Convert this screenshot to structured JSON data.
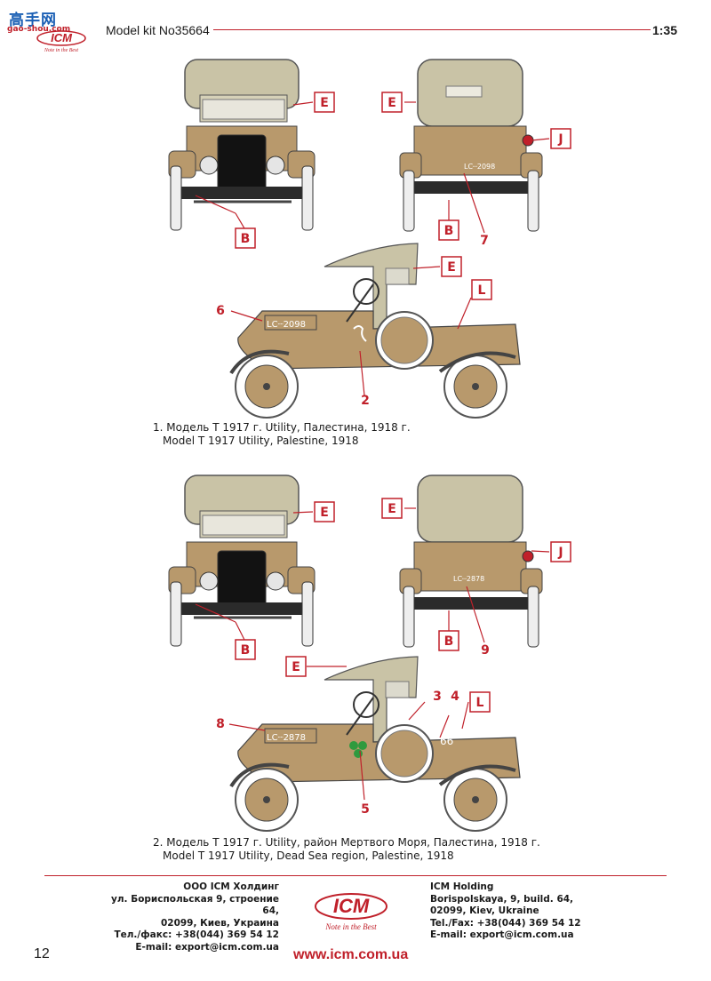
{
  "header": {
    "brand_zh": "高手网",
    "brand_site": "gao-shou.com",
    "title": "Model kit No35664",
    "scale": "1:35"
  },
  "logo": {
    "text": "ICM",
    "slogan": "Note in the Best"
  },
  "callout_letters": {
    "E": "E",
    "B": "B",
    "J": "J",
    "L": "L"
  },
  "scheme1": {
    "plate": "LC┈2098",
    "callouts": {
      "n2": "2",
      "n6": "6",
      "n7": "7"
    },
    "caption_ru": "1. Модель Т 1917 г. Utility, Палестина, 1918 г.",
    "caption_en": "Model T 1917 Utility, Palestine, 1918"
  },
  "scheme2": {
    "plate": "LC┈2878",
    "side_number": "66",
    "callouts": {
      "n3": "3",
      "n4": "4",
      "n5": "5",
      "n8": "8",
      "n9": "9"
    },
    "caption_ru": "2. Модель Т 1917 г. Utility, район Мертвого Моря, Палестина, 1918 г.",
    "caption_en": "Model T 1917 Utility, Dead Sea region, Palestine, 1918"
  },
  "footer": {
    "left": [
      "ООО ICM Холдинг",
      "ул. Бориспольская 9, строение 64,",
      "02099, Киев, Украина",
      "Тел./факс: +38(044) 369 54 12",
      "E-mail: export@icm.com.ua"
    ],
    "right": [
      "ICM Holding",
      "Borispolskaya, 9, build. 64,",
      "02099, Kiev, Ukraine",
      "Tel./Fax: +38(044) 369 54 12",
      "E-mail: export@icm.com.ua"
    ],
    "website": "www.icm.com.ua",
    "page_number": "12"
  },
  "colors": {
    "accent_red": "#c0202a",
    "body_tan": "#b8996c",
    "canvas": "#c9c3a6",
    "chassis": "#2b2b2b"
  }
}
